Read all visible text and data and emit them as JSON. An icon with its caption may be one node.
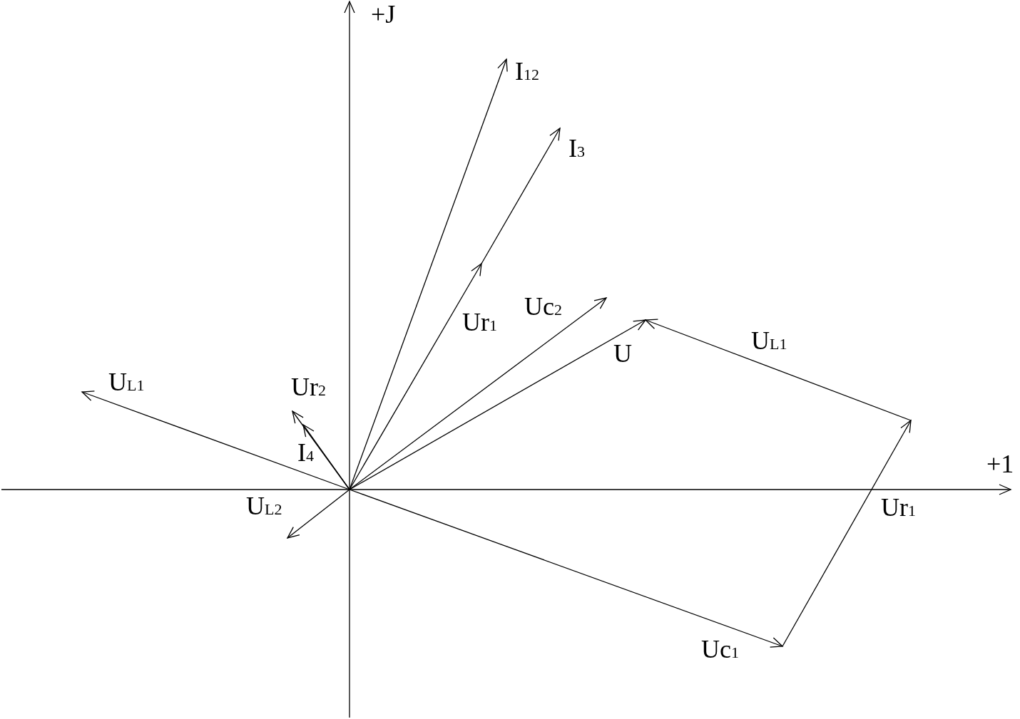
{
  "diagram": {
    "labels": [
      "+J",
      "I$_{12}$",
      "I$_{3}$",
      "Uc$_{2}$",
      "Ur$_{1}$",
      "U",
      "U$_{L1}$",
      "U$_{L1}$",
      "Ur$_{2}$",
      "I$_{4}$",
      "+1",
      "U$_{L2}$",
      "Ur$_{1}$",
      "Uc$_{1}$"
    ]
  }
}
